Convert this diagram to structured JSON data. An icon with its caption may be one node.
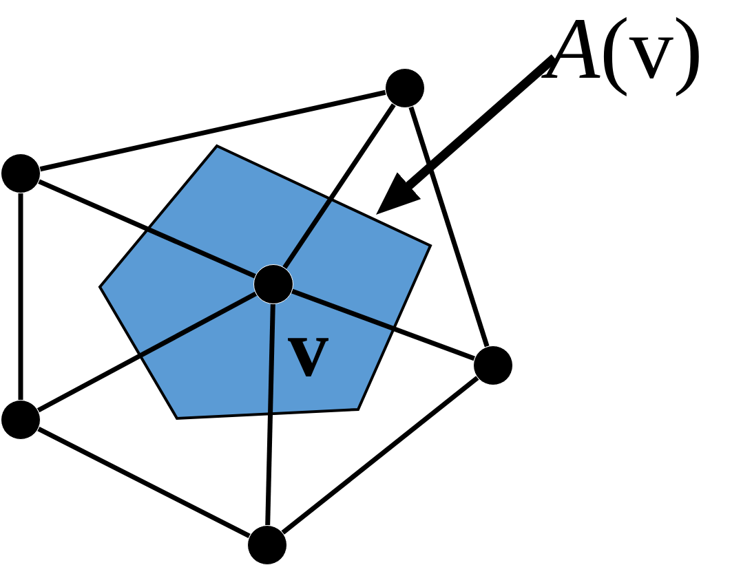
{
  "diagram": {
    "nodes": [
      {
        "text": [
          "*A*(v)"
        ]
      },
      {
        "text": [],
        "shape": "pentagon"
      },
      {
        "text": [],
        "shape": "circle"
      },
      {
        "text": [],
        "shape": "circle"
      },
      {
        "text": [],
        "shape": "circle",
        "in": 1,
        "beside": [
          "v"
        ]
      },
      {
        "text": [],
        "shape": "circle"
      },
      {
        "text": [],
        "shape": "circle"
      },
      {
        "text": [],
        "shape": "circle"
      }
    ],
    "edges": [
      {
        "from": 0,
        "to": 1,
        "arrow": "to",
        "style": "thick"
      },
      {
        "from": 4,
        "to": 2,
        "arrow": "none"
      },
      {
        "from": 4,
        "to": 3,
        "arrow": "none"
      },
      {
        "from": 4,
        "to": 5,
        "arrow": "none"
      },
      {
        "from": 4,
        "to": 6,
        "arrow": "none"
      },
      {
        "from": 4,
        "to": 7,
        "arrow": "none"
      },
      {
        "from": 3,
        "to": 2,
        "arrow": "none"
      },
      {
        "from": 2,
        "to": 5,
        "arrow": "none"
      },
      {
        "from": 5,
        "to": 7,
        "arrow": "none"
      },
      {
        "from": 7,
        "to": 6,
        "arrow": "none"
      },
      {
        "from": 6,
        "to": 3,
        "arrow": "none"
      }
    ]
  }
}
